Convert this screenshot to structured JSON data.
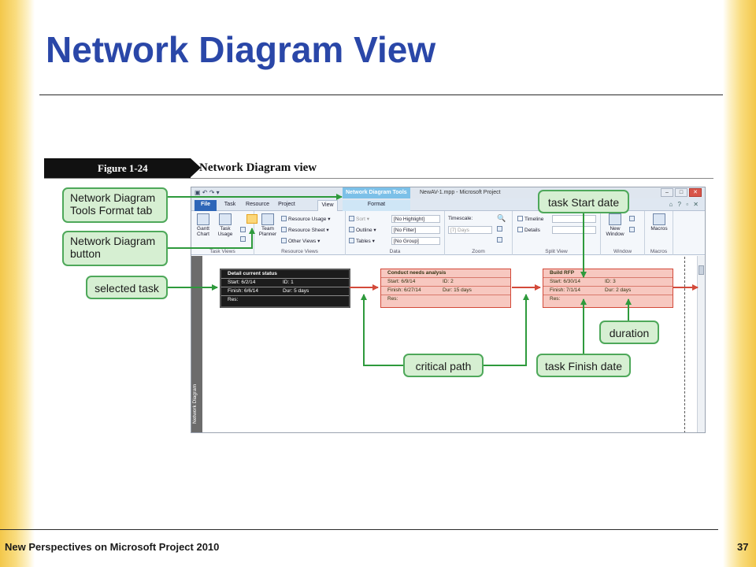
{
  "slide": {
    "title": "Network Diagram View",
    "footer": "New Perspectives on Microsoft Project 2010",
    "page_number": "37"
  },
  "figure": {
    "label": "Figure 1-24",
    "caption": "Network Diagram view"
  },
  "window": {
    "contextual_tab_group": "Network Diagram Tools",
    "title": "NewAV-1.mpp - Microsoft Project",
    "controls": [
      "–",
      "□",
      "✕"
    ]
  },
  "tabs": [
    {
      "label": "File"
    },
    {
      "label": "Task"
    },
    {
      "label": "Resource"
    },
    {
      "label": "Project"
    },
    {
      "label": "View"
    },
    {
      "label": "Format"
    }
  ],
  "ribbon": {
    "task_views": {
      "label": "Task Views",
      "gantt_chart": "Gantt Chart",
      "task_usage": "Task Usage"
    },
    "resource_views": {
      "label": "Resource Views",
      "team_planner": "Team Planner",
      "resource_usage": "Resource Usage",
      "resource_sheet": "Resource Sheet",
      "other_views": "Other Views"
    },
    "data": {
      "label": "Data",
      "sort": "Sort",
      "outline": "Outline",
      "tables": "Tables",
      "highlight": "[No Highlight]",
      "filter": "[No Filter]",
      "group": "[No Group]"
    },
    "zoom": {
      "label": "Zoom",
      "timescale": "Timescale:",
      "timescale_value": "[7] Days"
    },
    "split_view": {
      "label": "Split View",
      "timeline": "Timeline",
      "details": "Details"
    },
    "window": {
      "label": "Window",
      "new_window": "New Window"
    },
    "macros": {
      "label": "Macros",
      "macros_btn": "Macros"
    }
  },
  "view": {
    "sidebar_label": "Network Diagram"
  },
  "tasks": [
    {
      "name": "Detail current status",
      "start": "Start: 6/2/14",
      "id": "ID: 1",
      "finish": "Finish: 6/6/14",
      "dur": "Dur: 5 days",
      "res": "Res:"
    },
    {
      "name": "Conduct needs analysis",
      "start": "Start: 6/9/14",
      "id": "ID: 2",
      "finish": "Finish: 6/27/14",
      "dur": "Dur: 15 days",
      "res": "Res:"
    },
    {
      "name": "Build RFP",
      "start": "Start: 6/30/14",
      "id": "ID: 3",
      "finish": "Finish: 7/1/14",
      "dur": "Dur: 2 days",
      "res": "Res:"
    }
  ],
  "callouts": {
    "tools_format_tab": "Network Diagram Tools Format tab",
    "nd_button": "Network Diagram button",
    "selected_task": "selected task",
    "task_start_date": "task Start date",
    "duration": "duration",
    "critical_path": "critical path",
    "task_finish_date": "task Finish date"
  },
  "colors": {
    "title": "#2a47a8",
    "callout_fill": "#d6efd2",
    "callout_border": "#4ea85a",
    "critical_node": "#f7c8c0",
    "critical_link": "#d34a3a"
  }
}
